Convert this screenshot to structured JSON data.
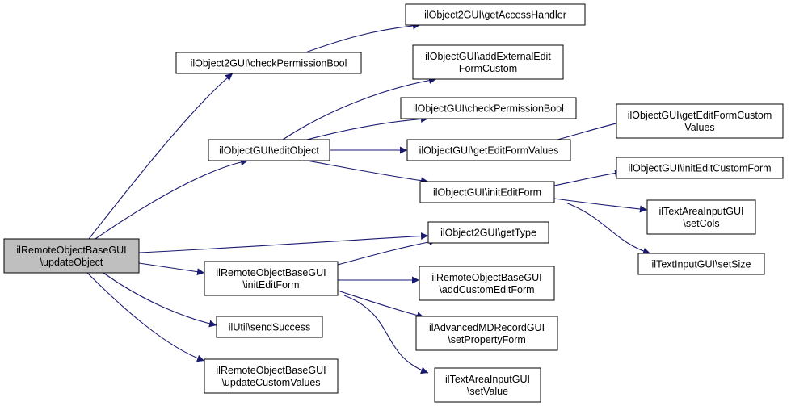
{
  "diagram": {
    "title": "",
    "colors": {
      "edge": "#191970",
      "root_fill": "#bfbfbf",
      "node_fill": "#ffffff",
      "border": "#000000"
    },
    "nodes": {
      "root": {
        "lines": [
          "ilRemoteObjectBaseGUI",
          "\\updateObject"
        ]
      },
      "chkBool2": {
        "lines": [
          "ilObject2GUI\\checkPermissionBool"
        ]
      },
      "access": {
        "lines": [
          "ilObject2GUI\\getAccessHandler"
        ]
      },
      "edit": {
        "lines": [
          "ilObjectGUI\\editObject"
        ]
      },
      "addExt": {
        "lines": [
          "ilObjectGUI\\addExternalEdit",
          "FormCustom"
        ]
      },
      "chkBool": {
        "lines": [
          "ilObjectGUI\\checkPermissionBool"
        ]
      },
      "getVals": {
        "lines": [
          "ilObjectGUI\\getEditFormValues"
        ]
      },
      "custVals": {
        "lines": [
          "ilObjectGUI\\getEditFormCustom",
          "Values"
        ]
      },
      "initForm": {
        "lines": [
          "ilObjectGUI\\initEditForm"
        ]
      },
      "initCust": {
        "lines": [
          "ilObjectGUI\\initEditCustomForm"
        ]
      },
      "setCols": {
        "lines": [
          "ilTextAreaInputGUI",
          "\\setCols"
        ]
      },
      "setSize": {
        "lines": [
          "ilTextInputGUI\\setSize"
        ]
      },
      "getType": {
        "lines": [
          "ilObject2GUI\\getType"
        ]
      },
      "rInit": {
        "lines": [
          "ilRemoteObjectBaseGUI",
          "\\initEditForm"
        ]
      },
      "addCust": {
        "lines": [
          "ilRemoteObjectBaseGUI",
          "\\addCustomEditForm"
        ]
      },
      "send": {
        "lines": [
          "ilUtil\\sendSuccess"
        ]
      },
      "propForm": {
        "lines": [
          "ilAdvancedMDRecordGUI",
          "\\setPropertyForm"
        ]
      },
      "updCust": {
        "lines": [
          "ilRemoteObjectBaseGUI",
          "\\updateCustomValues"
        ]
      },
      "setValue": {
        "lines": [
          "ilTextAreaInputGUI",
          "\\setValue"
        ]
      }
    },
    "edges": [
      [
        "root",
        "chkBool2"
      ],
      [
        "root",
        "edit"
      ],
      [
        "root",
        "getType"
      ],
      [
        "root",
        "rInit"
      ],
      [
        "root",
        "send"
      ],
      [
        "root",
        "updCust"
      ],
      [
        "chkBool2",
        "access"
      ],
      [
        "edit",
        "addExt"
      ],
      [
        "edit",
        "chkBool"
      ],
      [
        "edit",
        "getVals"
      ],
      [
        "edit",
        "initForm"
      ],
      [
        "getVals",
        "custVals"
      ],
      [
        "initForm",
        "initCust"
      ],
      [
        "initForm",
        "setCols"
      ],
      [
        "initForm",
        "setSize"
      ],
      [
        "rInit",
        "getType"
      ],
      [
        "rInit",
        "addCust"
      ],
      [
        "rInit",
        "propForm"
      ],
      [
        "rInit",
        "setValue"
      ]
    ]
  }
}
